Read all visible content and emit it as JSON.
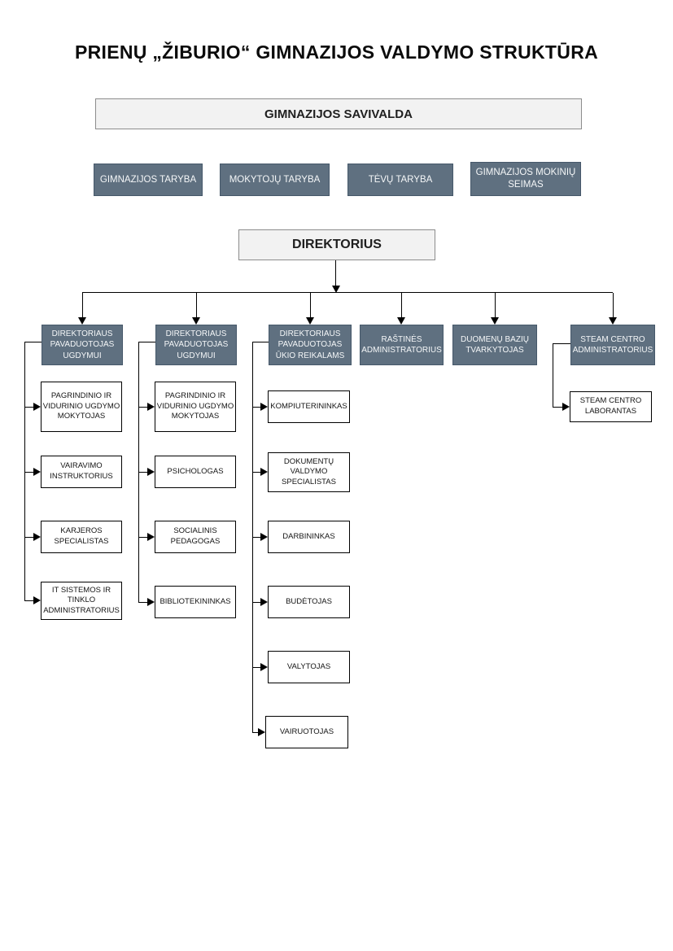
{
  "title": "PRIENŲ „ŽIBURIO“ GIMNAZIJOS VALDYMO STRUKTŪRA",
  "colors": {
    "dark_box_fill": "#5f7080",
    "dark_box_border": "#46586a",
    "light_box_fill": "#f2f2f2",
    "light_box_border": "#8c8c8c",
    "line": "#000000"
  },
  "savivalda": {
    "label": "GIMNAZIJOS SAVIVALDA"
  },
  "councils": [
    {
      "label": "GIMNAZIJOS TARYBA"
    },
    {
      "label": "MOKYTOJŲ TARYBA"
    },
    {
      "label": "TĖVŲ TARYBA"
    },
    {
      "label": "GIMNAZIJOS MOKINIŲ SEIMAS"
    }
  ],
  "direktorius": {
    "label": "DIREKTORIUS"
  },
  "managers": [
    {
      "label": "DIREKTORIAUS PAVADUOTOJAS UGDYMUI"
    },
    {
      "label": "DIREKTORIAUS PAVADUOTOJAS UGDYMUI"
    },
    {
      "label": "DIREKTORIAUS PAVADUOTOJAS ŪKIO REIKALAMS"
    },
    {
      "label": "RAŠTINĖS ADMINISTRATORIUS"
    },
    {
      "label": "DUOMENŲ BAZIŲ TVARKYTOJAS"
    },
    {
      "label": "STEAM CENTRO ADMINISTRATORIUS"
    }
  ],
  "staff": {
    "ugdymui1": [
      {
        "label": "PAGRINDINIO IR VIDURINIO UGDYMO MOKYTOJAS"
      },
      {
        "label": "VAIRAVIMO INSTRUKTORIUS"
      },
      {
        "label": "KARJEROS SPECIALISTAS"
      },
      {
        "label": "IT SISTEMOS IR TINKLO ADMINISTRATORIUS"
      }
    ],
    "ugdymui2": [
      {
        "label": "PAGRINDINIO IR VIDURINIO UGDYMO MOKYTOJAS"
      },
      {
        "label": "PSICHOLOGAS"
      },
      {
        "label": "SOCIALINIS PEDAGOGAS"
      },
      {
        "label": "BIBLIOTEKININKAS"
      }
    ],
    "ukio": [
      {
        "label": "KOMPIUTERININKAS"
      },
      {
        "label": "DOKUMENTŲ VALDYMO SPECIALISTAS"
      },
      {
        "label": "DARBININKAS"
      },
      {
        "label": "BUDĖTOJAS"
      },
      {
        "label": "VALYTOJAS"
      },
      {
        "label": "VAIRUOTOJAS"
      }
    ],
    "steam": [
      {
        "label": "STEAM CENTRO LABORANTAS"
      }
    ]
  }
}
